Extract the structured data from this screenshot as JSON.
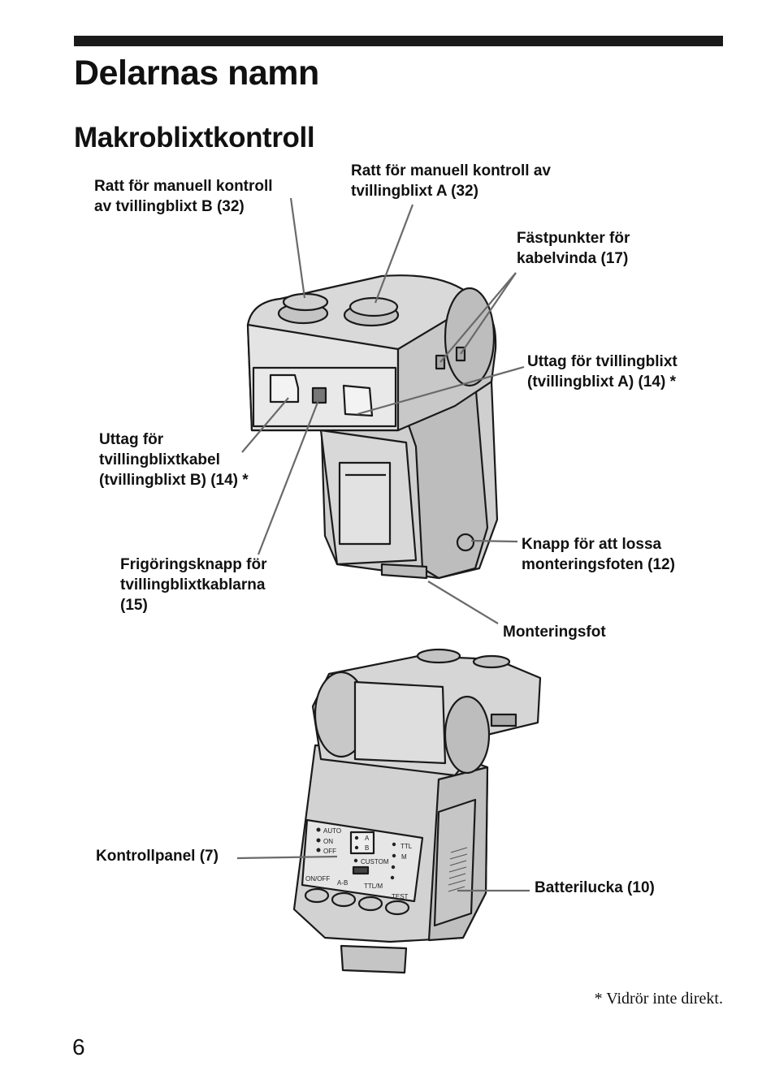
{
  "header": {
    "title": "Delarnas namn",
    "subtitle": "Makroblixtkontroll"
  },
  "labels": {
    "dial_b": "Ratt för manuell kontroll\nav tvillingblixt B (32)",
    "dial_a": "Ratt för manuell kontroll av\ntvillingblixt A (32)",
    "cable_points": "Fästpunkter för\nkabelvinda (17)",
    "socket_a": "Uttag för tvillingblixt\n(tvillingblixt A) (14) *",
    "socket_b": "Uttag för\ntvillingblixtkabel\n(tvillingblixt B) (14) *",
    "release_button": "Frigöringsknapp för\ntvillingblixtkablarna\n(15)",
    "foot_release": "Knapp för att lossa\nmonteringsfoten (12)",
    "mount_foot": "Monteringsfot",
    "control_panel": "Kontrollpanel (7)",
    "battery_lid": "Batterilucka (10)"
  },
  "panel": {
    "auto": "AUTO",
    "on": "ON",
    "off": "OFF",
    "a": "A",
    "b": "B",
    "custom": "CUSTOM",
    "ttl": "TTL",
    "m": "M",
    "onoff": "ON/OFF",
    "ab": "A-B",
    "ttlm": "TTL/M",
    "test": "TEST"
  },
  "footnote": "* Vidrör inte direkt.",
  "page_number": "6"
}
